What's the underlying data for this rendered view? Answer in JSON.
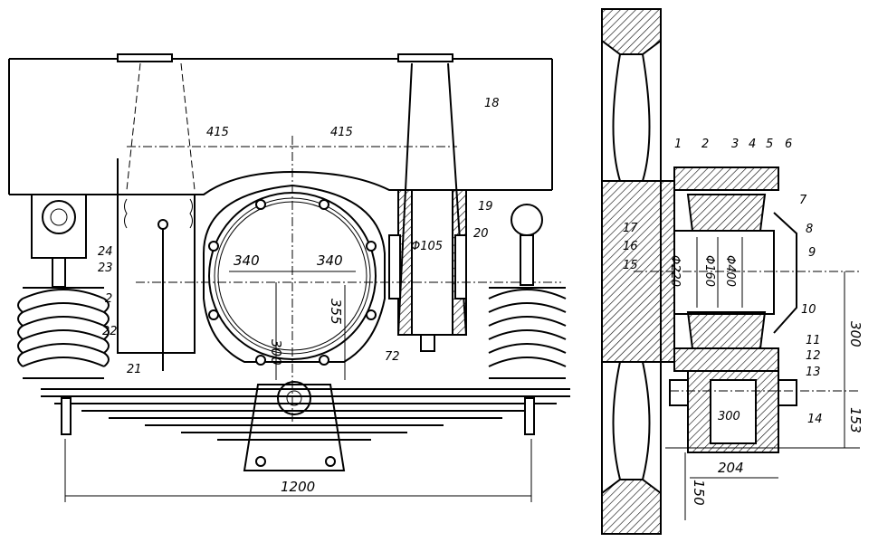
{
  "left_view": {
    "dim_half_width_left": "415",
    "dim_half_width_right": "415",
    "dim_axle_left": "340",
    "dim_axle_right": "340",
    "dim_height_300": "300",
    "dim_height_355": "355",
    "dim_pivot_diameter": "Φ105",
    "dim_spring_length": "1200",
    "callouts": [
      "18",
      "19",
      "20",
      "24",
      "23",
      "2",
      "22",
      "21",
      "72"
    ]
  },
  "right_view": {
    "callouts": [
      "1",
      "2",
      "3",
      "4",
      "5",
      "6",
      "7",
      "8",
      "9",
      "10",
      "11",
      "12",
      "13",
      "14",
      "15",
      "16",
      "17"
    ],
    "dim_d220": "Φ220",
    "dim_d160": "Φ160",
    "dim_d400": "Φ400",
    "dim_height_300": "300",
    "dim_153": "153",
    "dim_inner_300": "300",
    "dim_204": "204",
    "dim_150": "150"
  }
}
